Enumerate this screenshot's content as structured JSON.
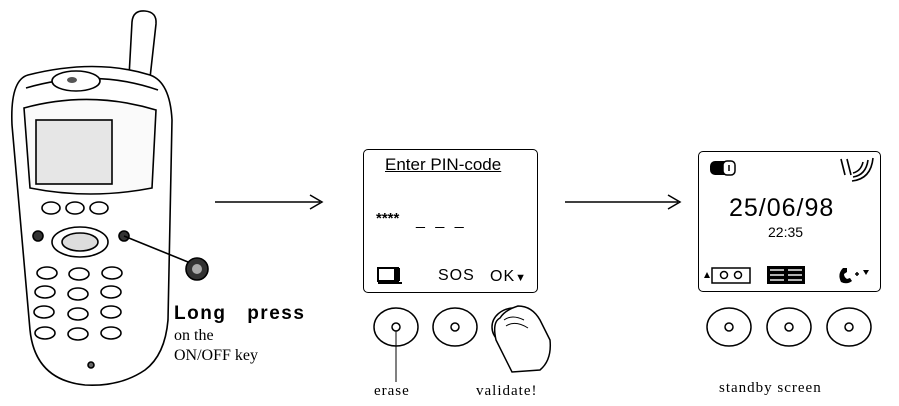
{
  "phone": {
    "key_caption_bold": "Long press",
    "key_caption_line2": "on the",
    "key_caption_line3": "ON/OFF key"
  },
  "pin_screen": {
    "title": "Enter PIN-code",
    "entered": "****",
    "remaining": "_ _ _",
    "softkey_middle": "SOS",
    "softkey_right": "OK",
    "caption_left": "erase",
    "caption_right": "validate!"
  },
  "standby_screen": {
    "date": "25/06/98",
    "time": "22:35",
    "caption": "standby screen"
  }
}
